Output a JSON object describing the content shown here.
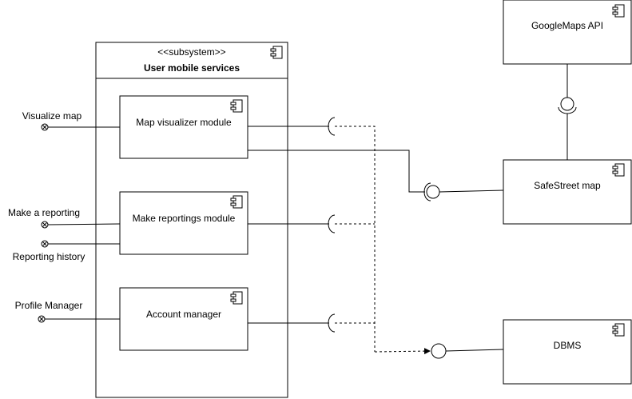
{
  "subsystem": {
    "stereotype": "<<subsystem>>",
    "name": "User mobile services"
  },
  "components": {
    "map_visualizer": "Map visualizer module",
    "make_reportings": "Make reportings module",
    "account_manager": "Account manager",
    "googlemaps_api": "GoogleMaps API",
    "safestreet_map": "SafeStreet map",
    "dbms": "DBMS"
  },
  "interfaces": {
    "visualize_map": "Visualize map",
    "make_a_reporting": "Make a reporting",
    "reporting_history": "Reporting history",
    "profile_manager": "Profile Manager"
  }
}
